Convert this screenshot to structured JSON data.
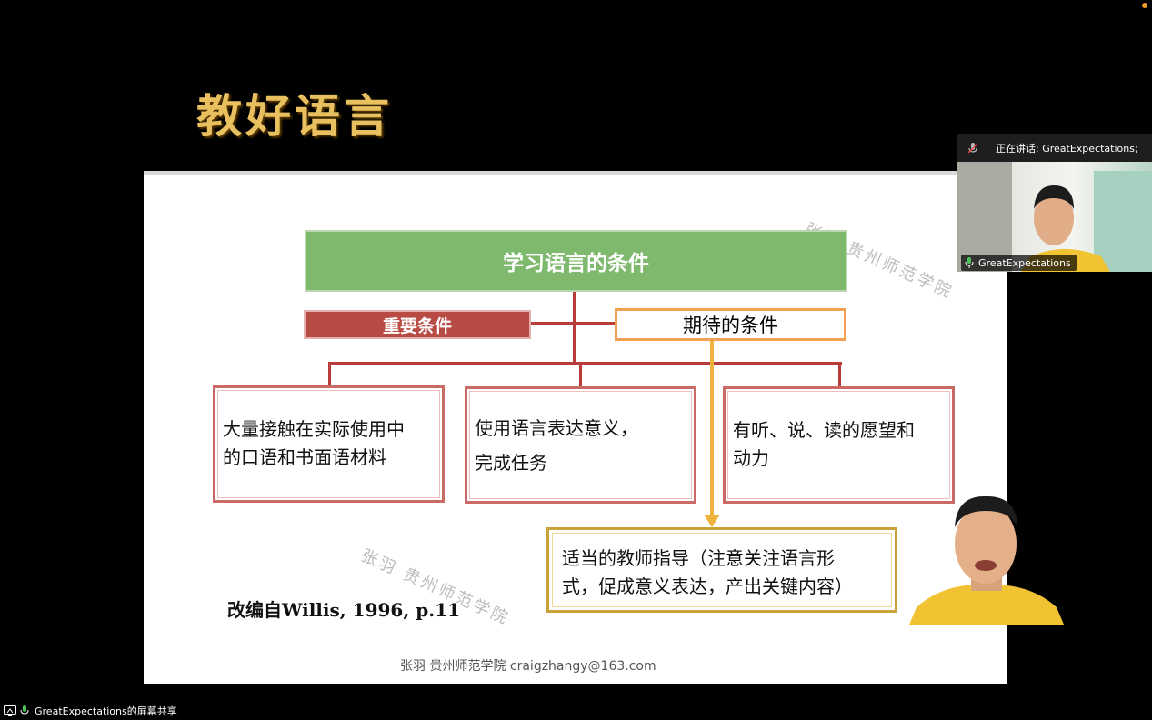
{
  "slide": {
    "title": "教好语言",
    "top_box": "学习语言的条件",
    "important_box": "重要条件",
    "expected_box": "期待的条件",
    "box1": [
      "大量接触在实际使用中",
      "的口语和书面语材料"
    ],
    "box2": [
      "使用语言表达意义，",
      "完成任务"
    ],
    "box3": [
      "有听、说、读的愿望和",
      "动力"
    ],
    "gold_box": [
      "适当的教师指导（注意关注语言形",
      "式，促成意义表达，产出关键内容）"
    ],
    "citation": "改编自Willis, 1996, p.11",
    "watermark": "张羽 贵州师范学院",
    "footer": "张羽 贵州师范学院 craigzhangy@163.com"
  },
  "meeting": {
    "talking_label": "正在讲话: GreatExpectations;",
    "participant_name": "GreatExpectations",
    "share_label": "GreatExpectations的屏幕共享"
  },
  "colors": {
    "green": "#7fb96e",
    "red": "#b94b45",
    "orange": "#f0a050",
    "gold": "#c9a23a",
    "title_gold": "#e8c060"
  }
}
